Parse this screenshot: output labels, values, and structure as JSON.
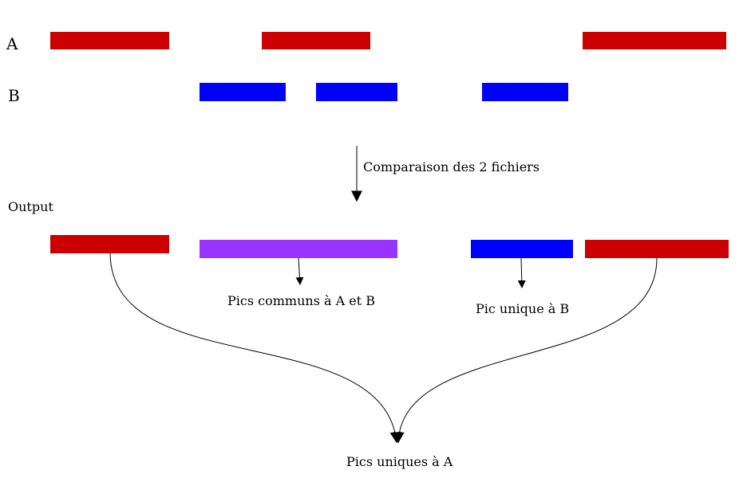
{
  "labels": {
    "row_a": "A",
    "row_b": "B",
    "output": "Output",
    "comparison": "Comparaison des 2 fichiers",
    "common_peaks": "Pics communs à A et B",
    "unique_b": "Pic unique à B",
    "unique_a": "Pics uniques à A"
  },
  "colors": {
    "file_a": "#cc0000",
    "file_b": "#0000ff",
    "common": "#9933ff",
    "line": "#000000"
  }
}
